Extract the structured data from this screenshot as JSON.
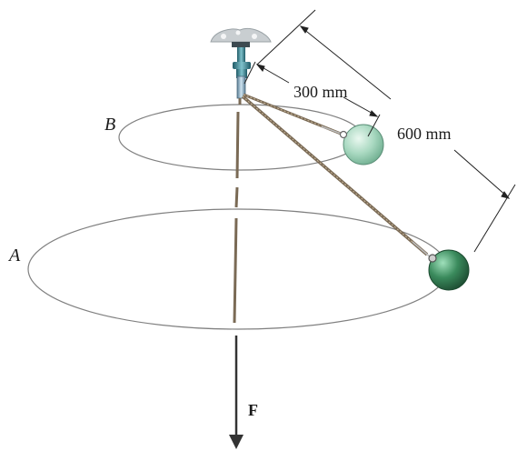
{
  "labels": {
    "orbit_b": "B",
    "orbit_a": "A",
    "length_short": "300 mm",
    "length_long": "600 mm",
    "force": "F"
  },
  "colors": {
    "orbit_line": "#808080",
    "cord": "#7a6a55",
    "ball_b": "#a8d8c0",
    "ball_a": "#3a8a5c",
    "dimension_line": "#222222",
    "force_arrow": "#333333"
  }
}
